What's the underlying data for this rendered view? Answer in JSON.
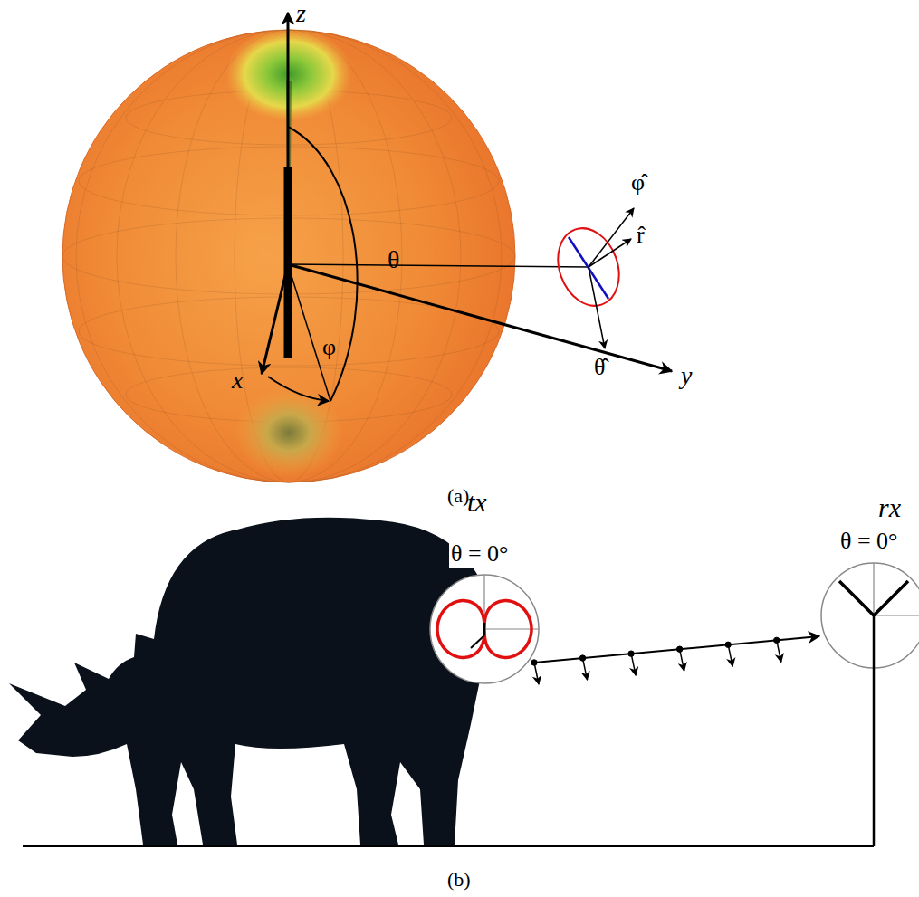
{
  "diagram": {
    "labels": [
      "z",
      "θ",
      "φ",
      "φ̂",
      "r̂",
      "θ̂",
      "x",
      "y",
      "(a)",
      "tx",
      "θ = 0°",
      "rx",
      "θ = 0°",
      "(b)"
    ]
  }
}
